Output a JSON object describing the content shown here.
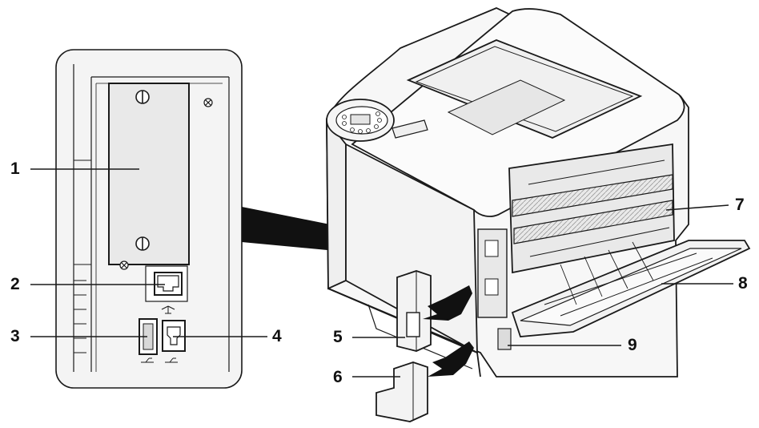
{
  "callouts": {
    "c1": "1",
    "c2": "2",
    "c3": "3",
    "c4": "4",
    "c5": "5",
    "c6": "6",
    "c7": "7",
    "c8": "8",
    "c9": "9"
  },
  "colors": {
    "ink": "#1a1a1a",
    "panel_fill": "#f2f2f2",
    "body_fill": "#f7f7f7",
    "shadow": "#888888"
  },
  "icons": [
    "screw-icon",
    "network-port-icon",
    "usb-port-icon",
    "usb-b-port-icon",
    "usb-symbol-icon",
    "network-symbol-icon",
    "arrow-icon"
  ]
}
